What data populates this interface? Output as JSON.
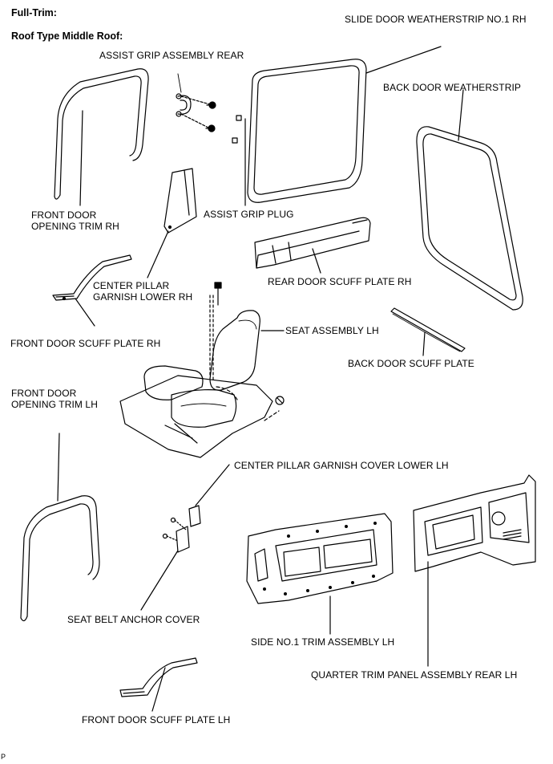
{
  "header": {
    "trim": "Full-Trim:",
    "roof": "Roof Type Middle Roof:"
  },
  "labels": {
    "slide_door_weatherstrip": "SLIDE DOOR WEATHERSTRIP NO.1 RH",
    "assist_grip_rear": "ASSIST GRIP ASSEMBLY REAR",
    "back_door_weatherstrip": "BACK DOOR WEATHERSTRIP",
    "front_door_opening_trim_rh": "FRONT DOOR\nOPENING TRIM RH",
    "assist_grip_plug": "ASSIST GRIP PLUG",
    "rear_door_scuff_plate_rh": "REAR DOOR SCUFF PLATE RH",
    "center_pillar_garnish_lower_rh": "CENTER PILLAR\nGARNISH LOWER RH",
    "seat_assembly_lh": "SEAT ASSEMBLY LH",
    "front_door_scuff_plate_rh": "FRONT DOOR SCUFF PLATE RH",
    "back_door_scuff_plate": "BACK DOOR SCUFF PLATE",
    "front_door_opening_trim_lh": "FRONT DOOR\nOPENING TRIM LH",
    "center_pillar_garnish_cover_lower_lh": "CENTER PILLAR GARNISH COVER LOWER LH",
    "seat_belt_anchor_cover": "SEAT BELT ANCHOR COVER",
    "side_no1_trim_assembly_lh": "SIDE NO.1 TRIM ASSEMBLY LH",
    "quarter_trim_panel_rear_lh": "QUARTER TRIM PANEL ASSEMBLY REAR LH",
    "front_door_scuff_plate_lh": "FRONT DOOR SCUFF PLATE LH"
  },
  "corner_mark": "P"
}
